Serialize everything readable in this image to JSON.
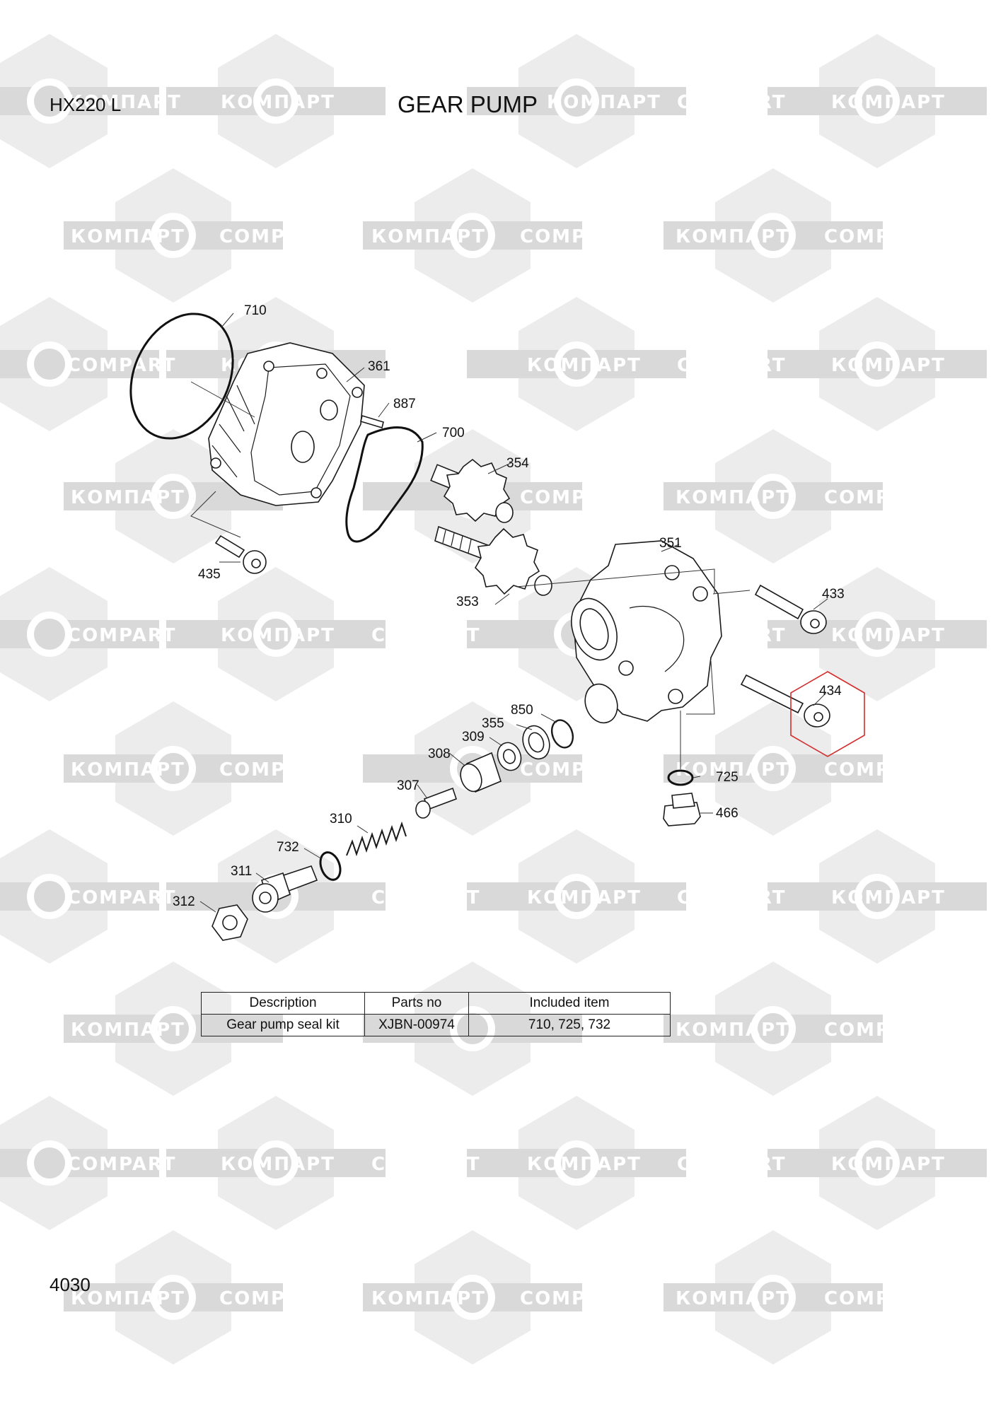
{
  "header": {
    "model": "HX220 L",
    "title": "GEAR PUMP"
  },
  "watermark": {
    "text_cyrillic": "КОМПАРТ",
    "text_latin": "COMPART"
  },
  "callouts": {
    "p710": "710",
    "p361": "361",
    "p887": "887",
    "p700": "700",
    "p354": "354",
    "p435": "435",
    "p351": "351",
    "p353": "353",
    "p433": "433",
    "p434": "434",
    "p850": "850",
    "p355": "355",
    "p309": "309",
    "p308": "308",
    "p307": "307",
    "p725": "725",
    "p466": "466",
    "p310": "310",
    "p732": "732",
    "p311": "311",
    "p312": "312"
  },
  "highlight": {
    "part": "434",
    "color": "#d32f2f"
  },
  "table": {
    "headers": [
      "Description",
      "Parts no",
      "Included item"
    ],
    "rows": [
      {
        "description": "Gear pump seal kit",
        "parts_no": "XJBN-00974",
        "included": "710, 725, 732"
      }
    ]
  },
  "footer": {
    "page_number": "4030"
  }
}
